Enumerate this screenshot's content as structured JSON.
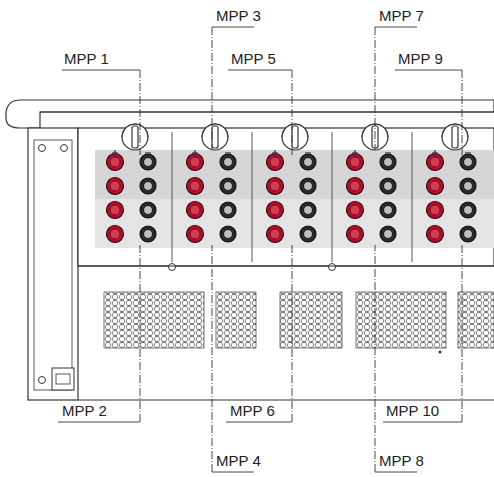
{
  "diagram": {
    "labels": [
      "MPP 3",
      "MPP 7",
      "MPP 1",
      "MPP 5",
      "MPP 9",
      "MPP 2",
      "MPP 6",
      "MPP 10",
      "MPP 4",
      "MPP 8"
    ]
  }
}
